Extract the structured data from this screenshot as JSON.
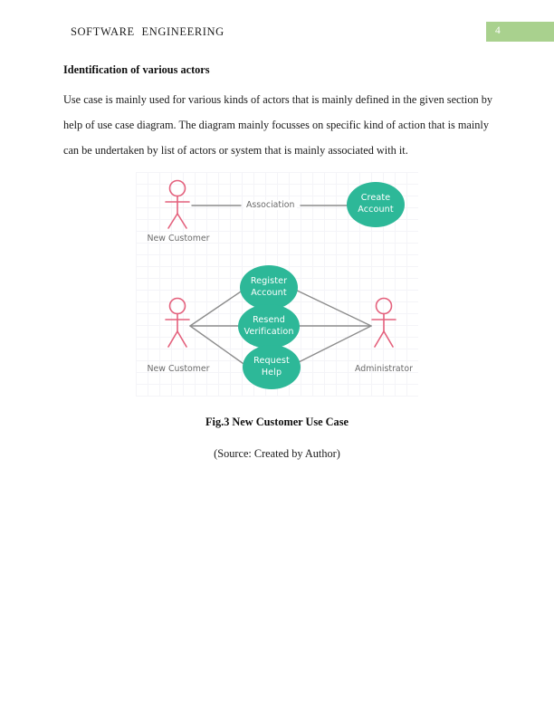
{
  "header": {
    "title": "SOFTWARE  ENGINEERING",
    "page_number": "4",
    "badge_color": "#a9d18e"
  },
  "content": {
    "heading": "Identification of various actors",
    "paragraph_lines": [
      "Use case is mainly used for various kinds of actors that is mainly defined in the given section by",
      "help of use case diagram. The diagram mainly focusses on specific kind of action that is mainly",
      "can be undertaken by list of actors or system that is mainly associated with it."
    ]
  },
  "diagram": {
    "accent_color": "#2db898",
    "actor_color": "#e4617d",
    "connector_color": "#8c8c8c",
    "association_label": "Association",
    "actors": [
      {
        "id": "new-customer-top",
        "label": "New Customer"
      },
      {
        "id": "new-customer-bottom",
        "label": "New Customer"
      },
      {
        "id": "administrator",
        "label": "Administrator"
      }
    ],
    "use_cases": [
      {
        "id": "create-account",
        "line1": "Create",
        "line2": "Account"
      },
      {
        "id": "register-account",
        "line1": "Register",
        "line2": "Account"
      },
      {
        "id": "resend-verification",
        "line1": "Resend",
        "line2": "Verification"
      },
      {
        "id": "request-help",
        "line1": "Request",
        "line2": "Help"
      }
    ]
  },
  "figure": {
    "caption": "Fig.3 New Customer Use Case",
    "source": "(Source: Created by Author)"
  }
}
